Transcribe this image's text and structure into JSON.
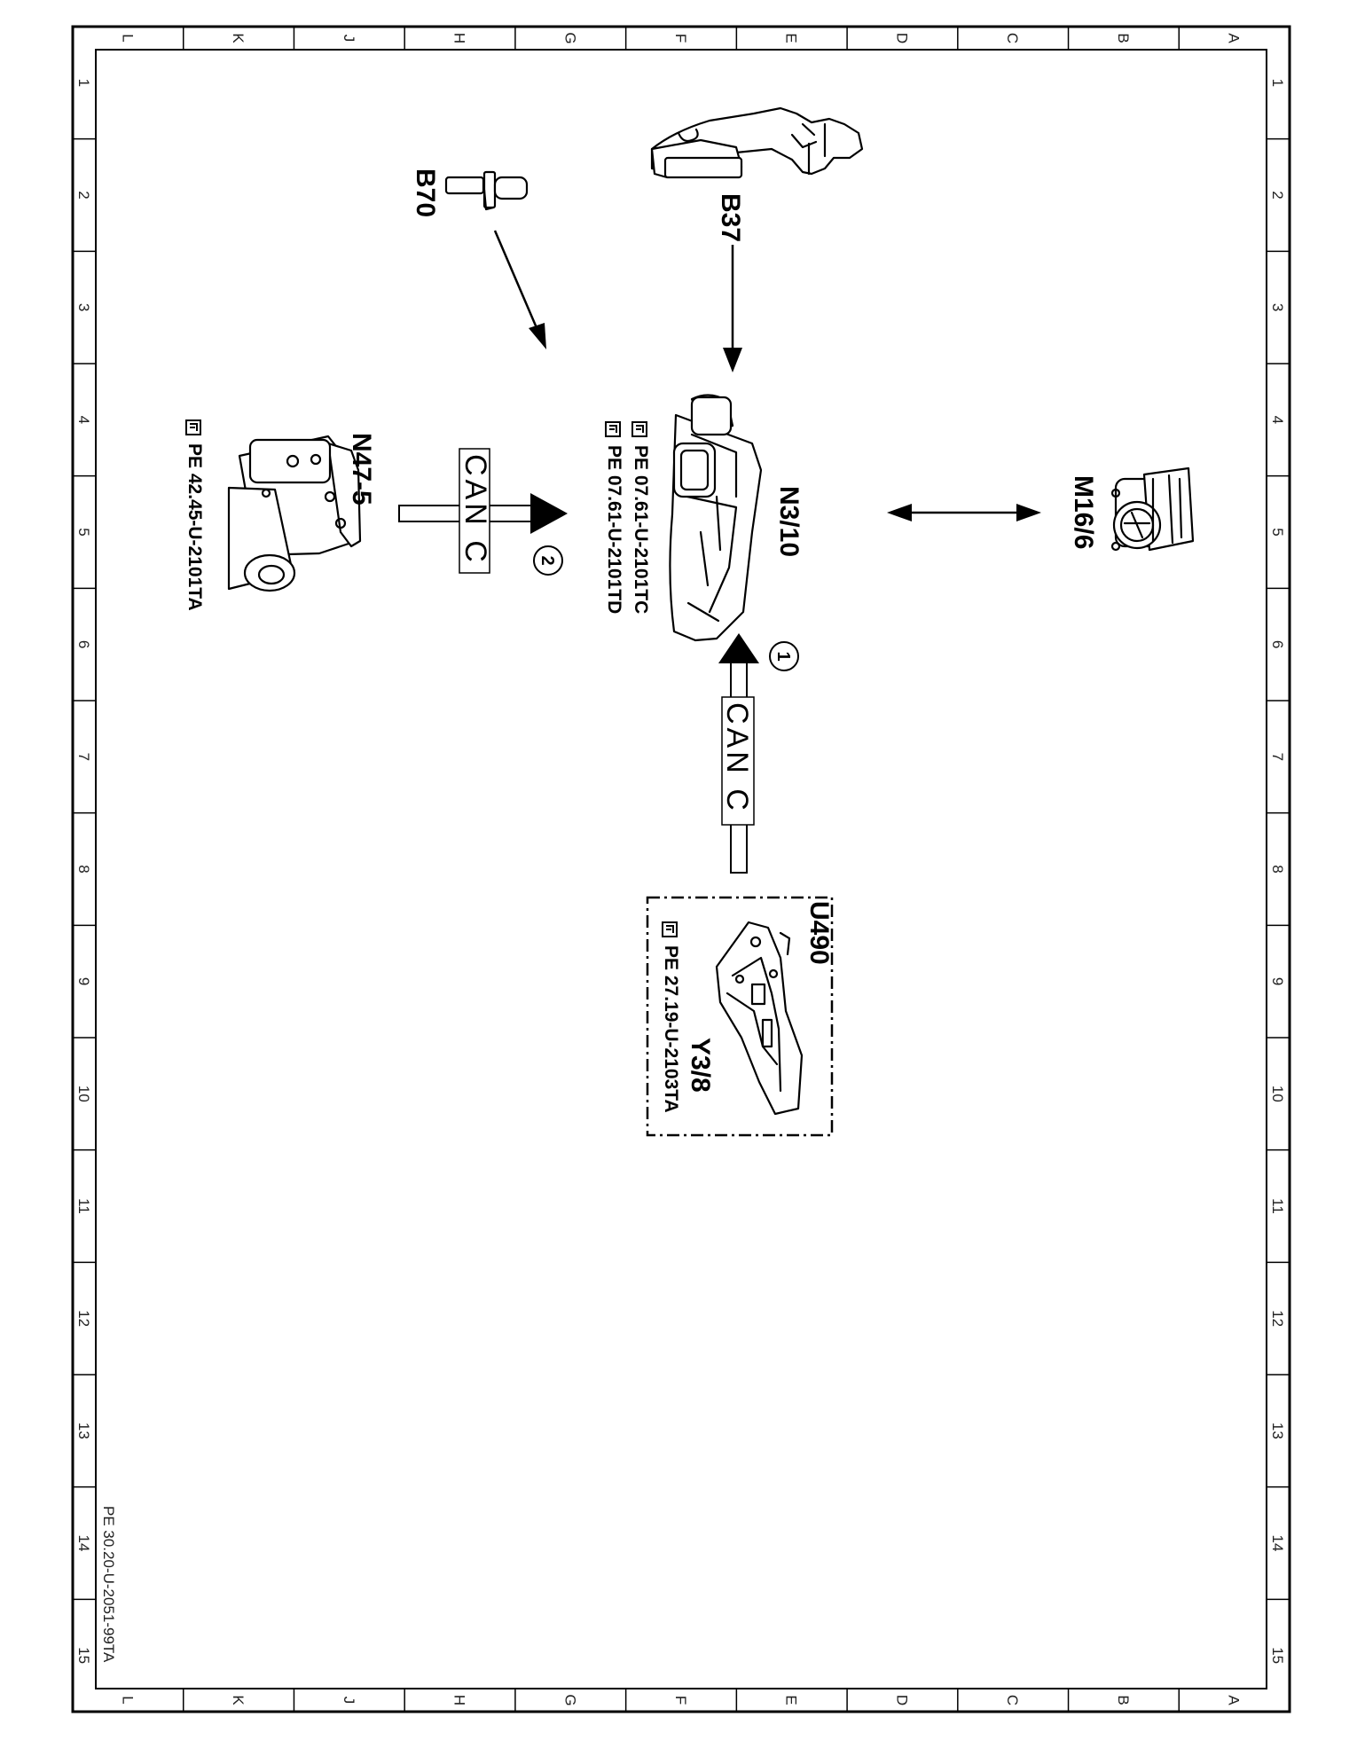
{
  "document": {
    "code": "PE 30.20-U-2051-99TA"
  },
  "grid": {
    "letters": [
      "L",
      "K",
      "J",
      "H",
      "G",
      "F",
      "E",
      "D",
      "C",
      "B",
      "A"
    ],
    "numbers": [
      "1",
      "2",
      "3",
      "4",
      "5",
      "6",
      "7",
      "8",
      "9",
      "10",
      "11",
      "12",
      "13",
      "14",
      "15"
    ]
  },
  "components": {
    "b70": {
      "label": "B70"
    },
    "b37": {
      "label": "B37"
    },
    "n3_10": {
      "label": "N3/10",
      "refs": [
        "PE 07.61-U-2101TC",
        "PE 07.61-U-2101TD"
      ]
    },
    "m16_6": {
      "label": "M16/6"
    },
    "n47_5": {
      "label": "N47-5",
      "refs": [
        "PE 42.45-U-2101TA"
      ]
    },
    "u490": {
      "label": "U490"
    },
    "y3_8": {
      "label": "Y3/8",
      "refs": [
        "PE 27.19-U-2103TA"
      ]
    }
  },
  "connections": {
    "can_1": {
      "label": "CAN C",
      "marker": "1"
    },
    "can_2": {
      "label": "CAN C",
      "marker": "2"
    }
  },
  "colors": {
    "line": "#000000",
    "can_bar": "#ffffff"
  }
}
